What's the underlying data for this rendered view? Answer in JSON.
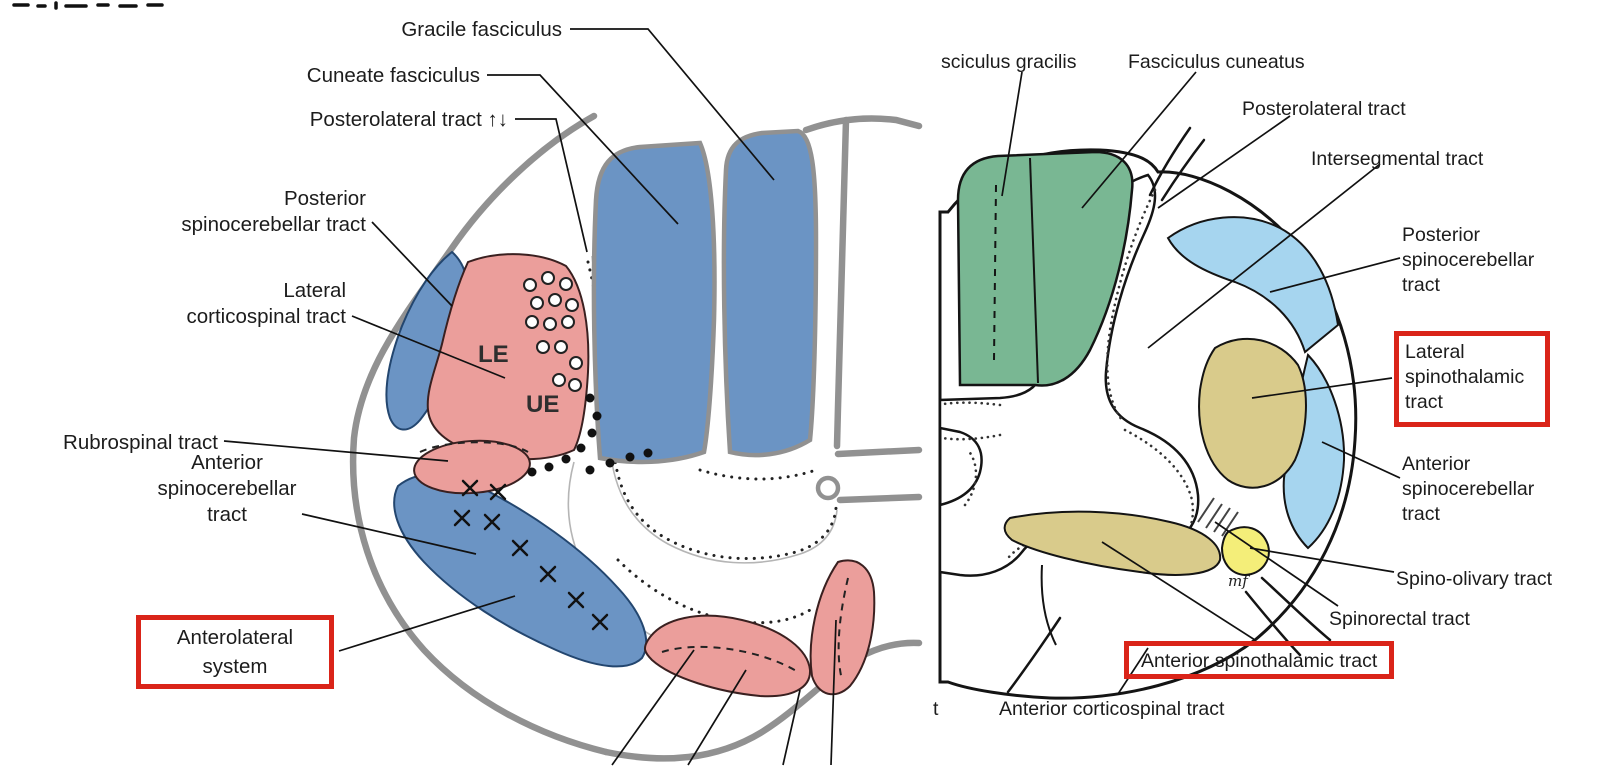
{
  "left": {
    "gracile": "Gracile fasciculus",
    "cuneate": "Cuneate fasciculus",
    "posterolateral": "Posterolateral tract ↑↓",
    "post_spino_l1": "Posterior",
    "post_spino_l2": "spinocerebellar tract",
    "lat_cortico_l1": "Lateral",
    "lat_cortico_l2": "corticospinal tract",
    "rubrospinal": "Rubrospinal tract",
    "ant_spino_l1": "Anterior",
    "ant_spino_l2": "spinocerebellar",
    "ant_spino_l3": "tract",
    "anterolateral_l1": "Anterolateral",
    "anterolateral_l2": "system",
    "region_le": "LE",
    "region_ue": "UE"
  },
  "right": {
    "gracilis": "sciculus gracilis",
    "cuneatus": "Fasciculus cuneatus",
    "posterolateral": "Posterolateral tract",
    "intersegmental": "Intersegmental tract",
    "post_spino_l1": "Posterior",
    "post_spino_l2": "spinocerebellar",
    "post_spino_l3": "tract",
    "lat_thalamic_l1": "Lateral",
    "lat_thalamic_l2": "spinothalamic",
    "lat_thalamic_l3": "tract",
    "ant_spino_l1": "Anterior",
    "ant_spino_l2": "spinocerebellar",
    "ant_spino_l3": "tract",
    "spino_olivary": "Spino-olivary tract",
    "spinorectal": "Spinorectal tract",
    "ant_thalamic": "Anterior spinothalamic tract",
    "ant_cortico": "Anterior corticospinal tract",
    "truncated_label": "t",
    "artist_signature": "mf"
  },
  "colors": {
    "left_blue": "#6b94c4",
    "left_pink": "#eb9e9b",
    "outline_grey": "#919191",
    "right_green": "#79b793",
    "right_blue": "#a6d5ef",
    "right_tan": "#d9cb8b",
    "right_yellow": "#f4ee79",
    "highlight_red": "#da2419"
  }
}
